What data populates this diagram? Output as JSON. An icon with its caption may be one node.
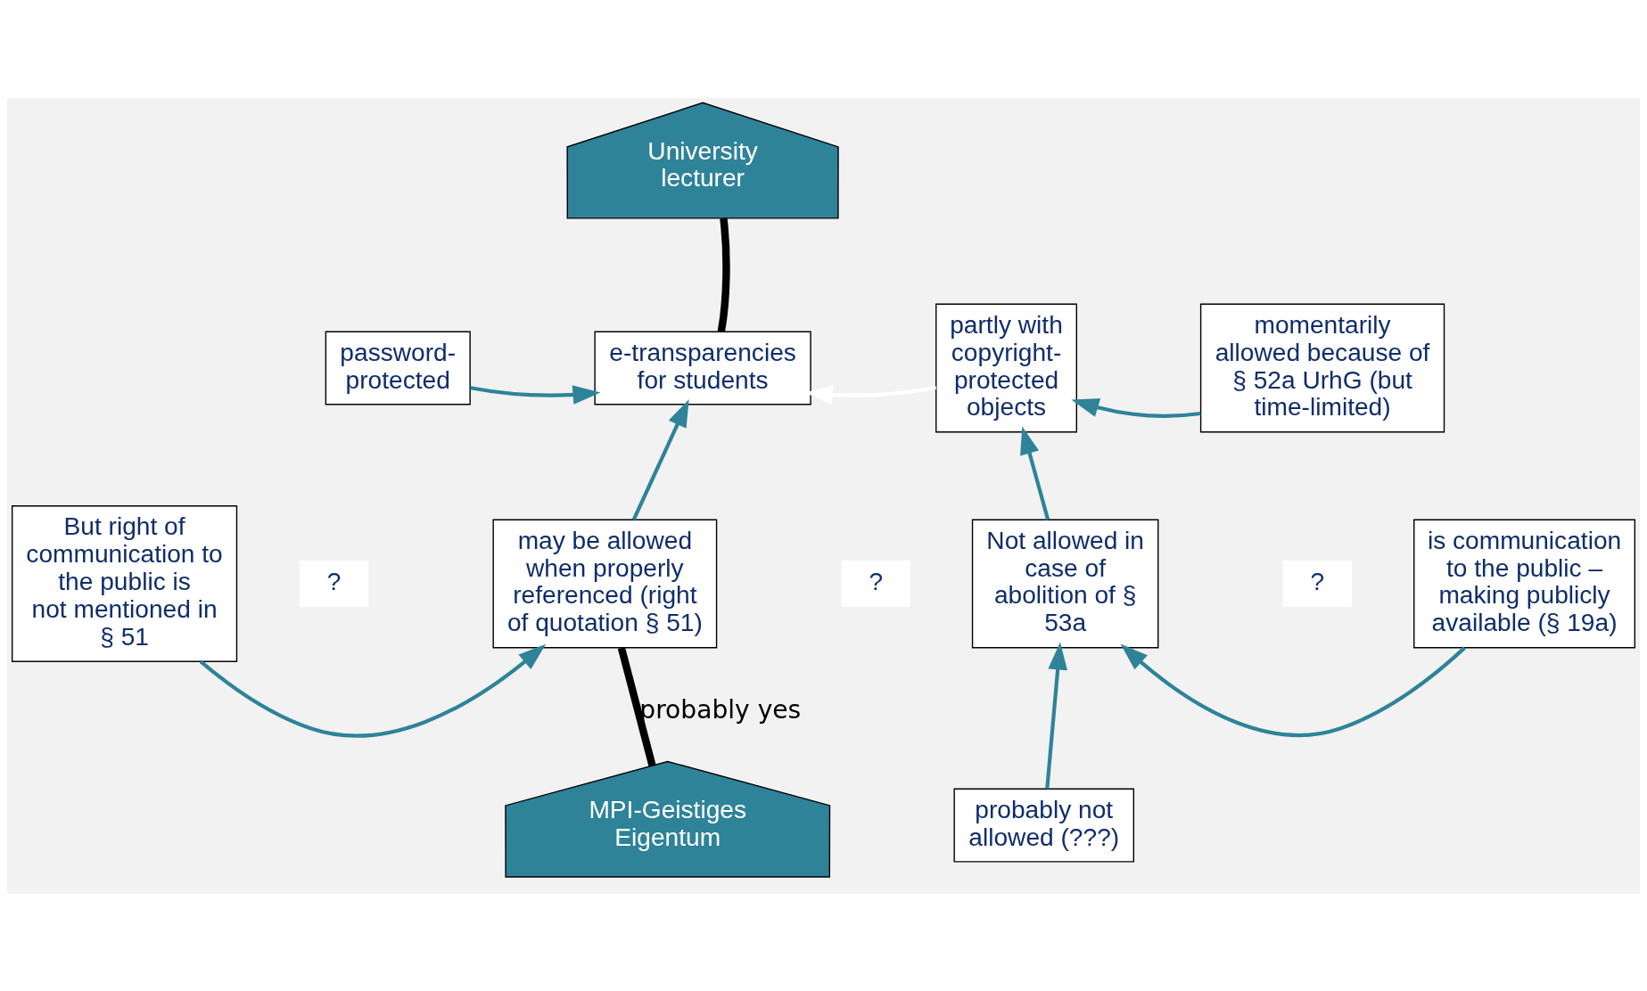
{
  "diagram": {
    "nodes": [
      {
        "text": [
          "University lecturer"
        ]
      },
      {
        "text": [
          "e-transparencies for students"
        ]
      },
      {
        "text": [
          "password-protected"
        ]
      },
      {
        "text": [
          "partly with copyright-protected objects"
        ]
      },
      {
        "text": [
          "momentarily allowed because of § 52a UrhG (but time-limited)"
        ]
      },
      {
        "text": [
          "But right of communication to the public is not mentioned in § 51"
        ]
      },
      {
        "text": [
          "may be allowed when properly referenced (right of quotation § 51)"
        ]
      },
      {
        "text": [
          "Not allowed in case of abolition of § 53a"
        ]
      },
      {
        "text": [
          "is communication to the public – making publicly available (§ 19a)"
        ]
      },
      {
        "text": [
          "probably not allowed (???)"
        ]
      },
      {
        "text": [
          "MPI-Geistiges Eigentum"
        ]
      }
    ],
    "edges": [
      {
        "from": 0,
        "to": 1,
        "arrow": "none",
        "style": "thick",
        "color": "#000000"
      },
      {
        "from": 2,
        "to": 1,
        "arrow": "to"
      },
      {
        "from": 3,
        "to": 1,
        "arrow": "to",
        "color": "#ffffff"
      },
      {
        "from": 4,
        "to": 3,
        "arrow": "to"
      },
      {
        "from": 6,
        "to": 1,
        "arrow": "to"
      },
      {
        "from": 7,
        "to": 3,
        "arrow": "to"
      },
      {
        "from": 5,
        "to": 6,
        "arrow": "to"
      },
      {
        "from": 8,
        "to": 7,
        "arrow": "to"
      },
      {
        "from": 9,
        "to": 7,
        "arrow": "to"
      },
      {
        "from": 10,
        "to": 6,
        "arrow": "none",
        "label": "probably yes",
        "style": "thick",
        "color": "#000000"
      }
    ],
    "labels": [
      "?",
      "?",
      "?"
    ]
  }
}
